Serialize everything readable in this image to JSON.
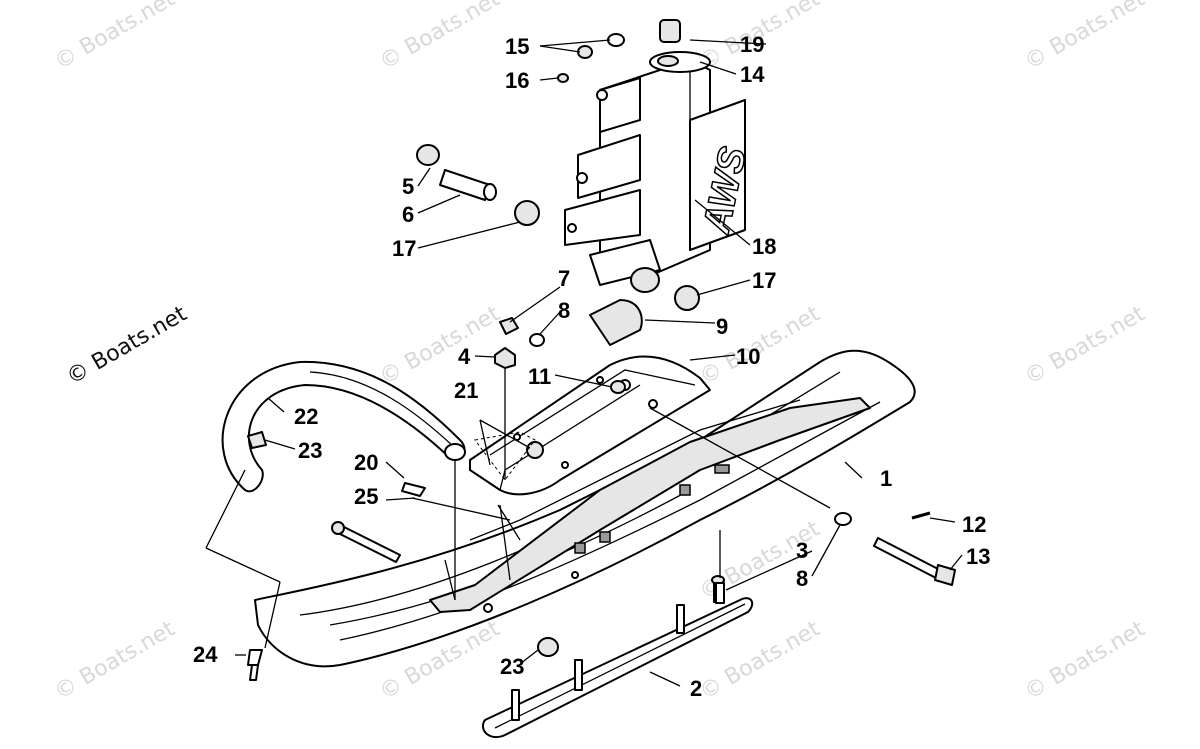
{
  "watermarks": [
    "© Boats.net",
    "© Boats.net",
    "© Boats.net",
    "© Boats.net",
    "© Boats.net",
    "© Boats.net",
    "© Boats.net",
    "© Boats.net",
    "© Boats.net",
    "© Boats.net",
    "© Boats.net",
    "© Boats.net"
  ],
  "prominent_watermark": "© Boats.net",
  "decal_text": "AWS",
  "labels": {
    "l1": "1",
    "l2": "2",
    "l3": "3",
    "l4": "4",
    "l5": "5",
    "l6": "6",
    "l7": "7",
    "l8a": "8",
    "l8b": "8",
    "l9": "9",
    "l10": "10",
    "l11": "11",
    "l12": "12",
    "l13": "13",
    "l14": "14",
    "l15": "15",
    "l16": "16",
    "l17a": "17",
    "l17b": "17",
    "l18": "18",
    "l19": "19",
    "l20": "20",
    "l21": "21",
    "l22": "22",
    "l23a": "23",
    "l23b": "23",
    "l24": "24",
    "l25": "25"
  }
}
